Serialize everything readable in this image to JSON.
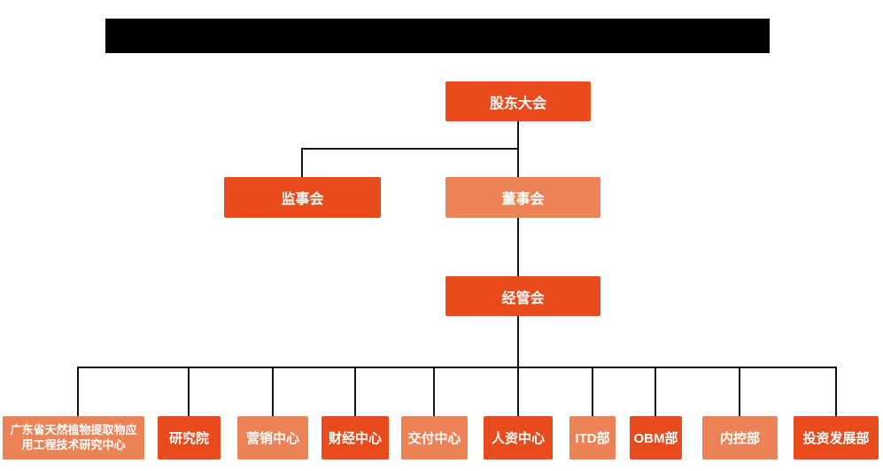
{
  "colors": {
    "primary": "#e84c1c",
    "secondary": "#ed8256",
    "line": "#141414",
    "background": "#ffffff",
    "redacted": "#000000",
    "box_text": "#ffffff"
  },
  "header": {
    "redacted_title_bar": {
      "text": "",
      "color": "#000000"
    }
  },
  "org": {
    "level1": {
      "label": "股东大会"
    },
    "level2": [
      {
        "label": "监事会",
        "variant": "primary"
      },
      {
        "label": "董事会",
        "variant": "secondary"
      }
    ],
    "level3": {
      "label": "经管会"
    },
    "departments": [
      {
        "label": "广东省天然植物提取物应用工程技术研究中心",
        "variant": "secondary"
      },
      {
        "label": "研究院",
        "variant": "primary"
      },
      {
        "label": "营销中心",
        "variant": "secondary"
      },
      {
        "label": "财经中心",
        "variant": "primary"
      },
      {
        "label": "交付中心",
        "variant": "secondary"
      },
      {
        "label": "人资中心",
        "variant": "primary"
      },
      {
        "label": "ITD部",
        "variant": "secondary"
      },
      {
        "label": "OBM部",
        "variant": "primary"
      },
      {
        "label": "内控部",
        "variant": "secondary"
      },
      {
        "label": "投资发展部",
        "variant": "primary"
      }
    ]
  }
}
